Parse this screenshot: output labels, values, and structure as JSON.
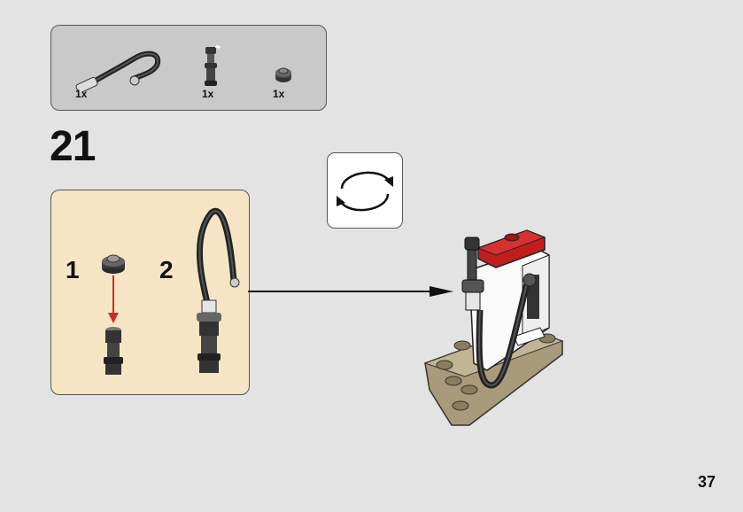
{
  "parts_list": {
    "items": [
      {
        "icon": "hose-piece-icon",
        "quantity": "1x"
      },
      {
        "icon": "hose-nozzle-icon",
        "quantity": "1x"
      },
      {
        "icon": "round-plate-icon",
        "quantity": "1x"
      }
    ]
  },
  "step": {
    "number": "21"
  },
  "rotate_indicator": {
    "icon": "rotate-model-icon"
  },
  "sub_assembly": {
    "substeps": [
      {
        "number": "1"
      },
      {
        "number": "2"
      }
    ],
    "arrow_color": "#cc2a2a"
  },
  "colors": {
    "background": "#e3e3e3",
    "parts_box": "#c9c9c9",
    "sub_box": "#f6e5c4",
    "brick_red": "#c21d1d",
    "tan": "#a89a7a"
  },
  "page": {
    "number": "37"
  }
}
